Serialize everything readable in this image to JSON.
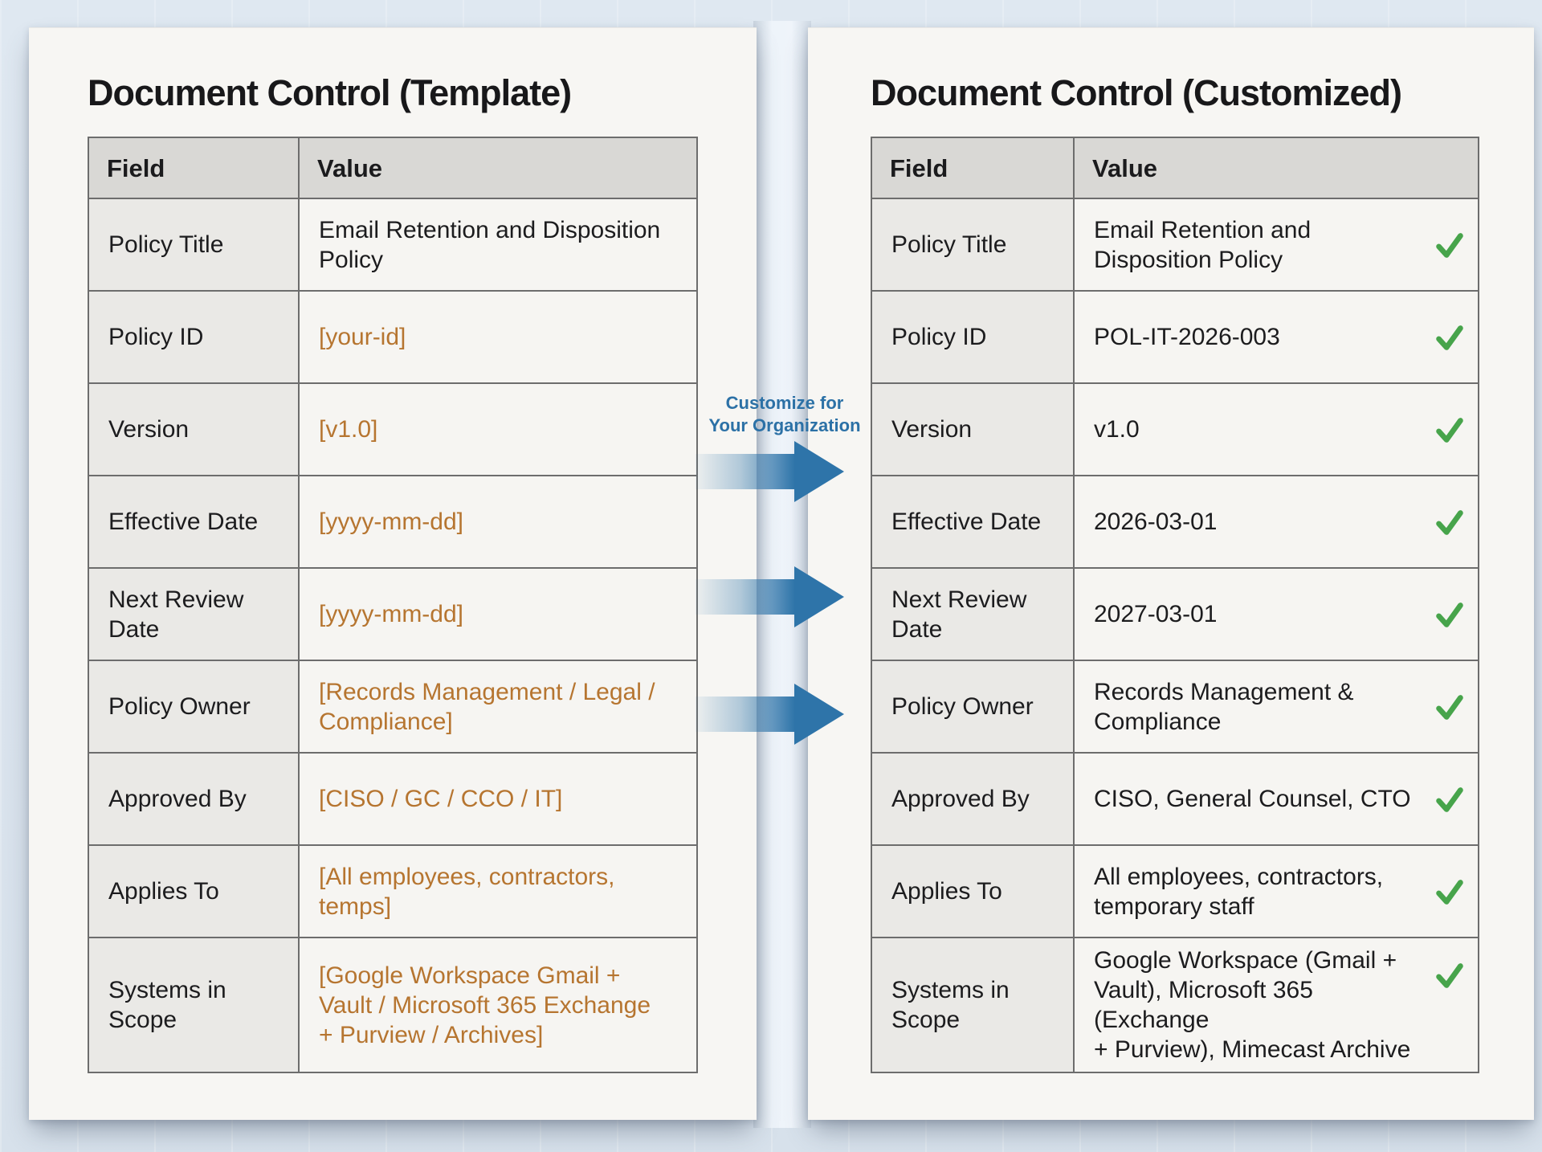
{
  "left_page": {
    "title": "Document Control (Template)",
    "table": {
      "headers": [
        "Field",
        "Value"
      ],
      "rows": [
        {
          "field": "Policy Title",
          "value": "Email Retention and Disposition\nPolicy",
          "placeholder": false
        },
        {
          "field": "Policy ID",
          "value": "[your-id]",
          "placeholder": true
        },
        {
          "field": "Version",
          "value": "[v1.0]",
          "placeholder": true
        },
        {
          "field": "Effective Date",
          "value": "[yyyy-mm-dd]",
          "placeholder": true
        },
        {
          "field": "Next Review\nDate",
          "value": "[yyyy-mm-dd]",
          "placeholder": true
        },
        {
          "field": "Policy Owner",
          "value": "[Records Management / Legal /\nCompliance]",
          "placeholder": true
        },
        {
          "field": "Approved By",
          "value": "[CISO / GC / CCO / IT]",
          "placeholder": true
        },
        {
          "field": "Applies To",
          "value": "[All employees, contractors,\ntemps]",
          "placeholder": true
        },
        {
          "field": "Systems in\nScope",
          "value": "[Google Workspace Gmail +\nVault / Microsoft 365 Exchange\n+ Purview / Archives]",
          "placeholder": true
        }
      ]
    }
  },
  "right_page": {
    "title": "Document Control (Customized)",
    "table": {
      "headers": [
        "Field",
        "Value"
      ],
      "rows": [
        {
          "field": "Policy Title",
          "value": "Email Retention and\nDisposition Policy",
          "checked": true
        },
        {
          "field": "Policy ID",
          "value": "POL-IT-2026-003",
          "checked": true
        },
        {
          "field": "Version",
          "value": "v1.0",
          "checked": true
        },
        {
          "field": "Effective Date",
          "value": "2026-03-01",
          "checked": true
        },
        {
          "field": "Next Review\nDate",
          "value": "2027-03-01",
          "checked": true
        },
        {
          "field": "Policy Owner",
          "value": "Records Management &\nCompliance",
          "checked": true
        },
        {
          "field": "Approved By",
          "value": "CISO, General Counsel, CTO",
          "checked": true
        },
        {
          "field": "Applies To",
          "value": "All employees, contractors,\ntemporary staff",
          "checked": true
        },
        {
          "field": "Systems in\nScope",
          "value": "Google Workspace (Gmail +\nVault), Microsoft 365 (Exchange\n+ Purview), Mimecast Archive",
          "checked": true
        }
      ]
    }
  },
  "customize_label": {
    "line1": "Customize for",
    "line2": "Your Organization"
  },
  "icons": {
    "checkmark": "✓",
    "arrow_right": "→"
  },
  "colors": {
    "background": "#dbe4ee",
    "page": "#f7f6f3",
    "header_gray": "#d9d8d5",
    "field_gray": "#eae9e6",
    "border_gray": "#6d6d6d",
    "placeholder_orange": "#b67530",
    "arrow_blue": "#2e74a9",
    "label_blue": "#2c71a6",
    "check_green": "#47a44b"
  }
}
